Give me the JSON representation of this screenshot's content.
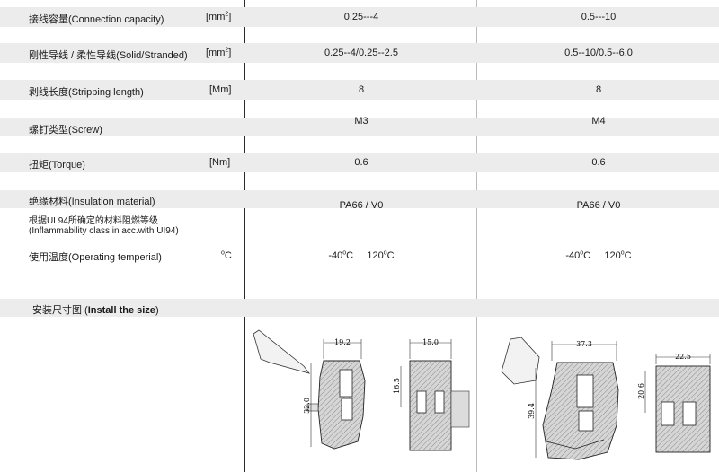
{
  "rows": {
    "capacity": {
      "label": "接线容量(Connection capacity)",
      "unit_base": "[mm",
      "unit_exp": "2",
      "unit_close": "]",
      "v1": "0.25---4",
      "v2": "0.5---10"
    },
    "solid": {
      "label": "刚性导线 / 柔性导线(Solid/Stranded)",
      "unit_base": "[mm",
      "unit_exp": "2",
      "unit_close": "]",
      "v1": "0.25--4/0.25--2.5",
      "v2": "0.5--10/0.5--6.0"
    },
    "strip": {
      "label": "剥线长度(Stripping length)",
      "unit": "[Mm]",
      "v1": "8",
      "v2": "8"
    },
    "screw": {
      "label": "螺钉类型(Screw)",
      "v1": "M3",
      "v2": "M4"
    },
    "torque": {
      "label": "扭矩(Torque)",
      "unit": "[Nm]",
      "v1": "0.6",
      "v2": "0.6"
    },
    "insulation": {
      "label": "绝缘材料(Insulation material)",
      "v1": "PA66 / V0",
      "v2": "PA66 / V0"
    },
    "flamm": {
      "label1": "根据UL94所确定的材料阻燃等级",
      "label2": "(Inflammability class in acc.with UI94)"
    },
    "temp": {
      "label": "使用温度(Operating temperial)",
      "unit_deg": "o",
      "unit_c": "C",
      "v1_a": "-40",
      "v1_b": "120",
      "v2_a": "-40",
      "v2_b": "120",
      "deg": "o",
      "c": "C"
    }
  },
  "section": {
    "title_cn": "安装尺寸图  (",
    "title_en": "Install the size",
    "title_close": ")"
  },
  "drawing1": {
    "width": "19.2",
    "depth": "15.0",
    "height": "32.0",
    "side": "16.5"
  },
  "drawing2": {
    "width": "37.3",
    "depth": "22.5",
    "height": "39.4",
    "side": "20.6"
  }
}
